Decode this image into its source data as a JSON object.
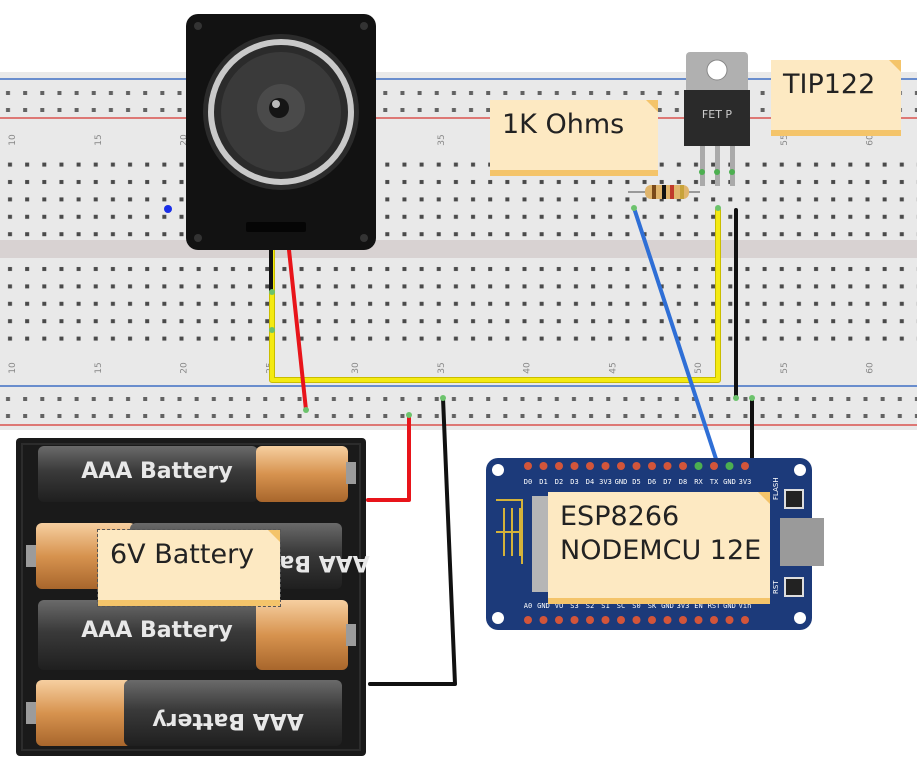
{
  "labels": {
    "resistor": "1K Ohms",
    "transistor": "TIP122",
    "battery_pack": "6V Battery",
    "board_line1": "ESP8266",
    "board_line2": "NODEMCU 12E"
  },
  "battery_cell_label": "AAA Battery",
  "transistor_marking": "FET P",
  "breadboard_column_numbers": [
    "10",
    "15",
    "20",
    "25",
    "30",
    "35",
    "40",
    "45",
    "50",
    "55",
    "60"
  ],
  "board_pins_top": [
    "D0",
    "D1",
    "D2",
    "D3",
    "D4",
    "3V3",
    "GND",
    "D5",
    "D6",
    "D7",
    "D8",
    "RX",
    "TX",
    "GND",
    "3V3"
  ],
  "board_pins_bottom": [
    "A0",
    "GND",
    "VU",
    "S3",
    "S2",
    "S1",
    "SC",
    "S0",
    "SK",
    "GND",
    "3V3",
    "EN",
    "RST",
    "GND",
    "Vin"
  ],
  "board_buttons": [
    "FLASH",
    "RST"
  ],
  "colors": {
    "breadboard": "#e9e9e9",
    "breadboard_gutter": "#d8d2d2",
    "rail_red": "#d9534f",
    "rail_blue": "#3f6fc4",
    "hole": "#4a4a4a",
    "hole_used": "#4caf50",
    "wire_red": "#e8141a",
    "wire_black": "#111111",
    "wire_yellow": "#f4ea12",
    "wire_blue": "#2f6fd6",
    "board_pcb": "#1c3a7a",
    "battery_case": "#1a1a1a",
    "note_bg": "#fde9c2",
    "note_edge": "#f4c46a"
  }
}
